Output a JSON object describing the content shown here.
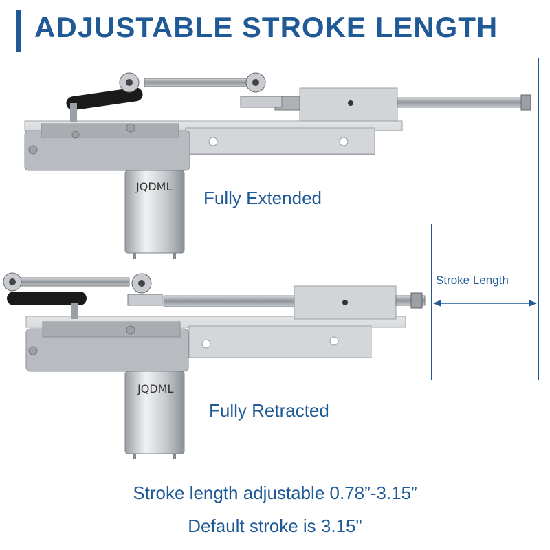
{
  "header": {
    "title": "ADJUSTABLE STROKE LENGTH"
  },
  "labels": {
    "extended": "Fully Extended",
    "retracted": "Fully Retracted",
    "stroke_length": "Stroke Length",
    "brand_top": "JQDML",
    "brand_bottom": "JQDML"
  },
  "footer": {
    "line1": "Stroke length adjustable 0.78”-3.15”",
    "line2": "Default stroke is 3.15\""
  },
  "colors": {
    "accent": "#1f5a96",
    "metal": "#c8ccd0",
    "dark_link": "#1a1a1a"
  }
}
